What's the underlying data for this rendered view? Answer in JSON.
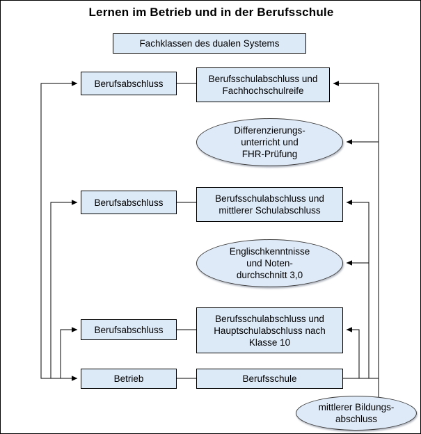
{
  "diagram": {
    "title": "Lernen im Betrieb und in der Berufsschule",
    "type": "flow-diagram",
    "colors": {
      "node_fill": "#dce9f7",
      "ellipse_fill": "#dfeaf8",
      "stroke": "#000000",
      "background": "#ffffff",
      "text": "#000000"
    },
    "nodes": [
      {
        "id": "fachklassen",
        "shape": "rect",
        "label": "Fachklassen des dualen Systems"
      },
      {
        "id": "berufsabschluss-1",
        "shape": "rect",
        "label": "Berufsabschluss"
      },
      {
        "id": "bs-fachhochschulreife",
        "shape": "rect",
        "label": "Berufsschulabschluss und\nFachhochschulreife"
      },
      {
        "id": "differenzierungsunterricht",
        "shape": "ellipse",
        "label": "Differenzierungs-\nunterricht und\nFHR-Prüfung"
      },
      {
        "id": "berufsabschluss-2",
        "shape": "rect",
        "label": "Berufsabschluss"
      },
      {
        "id": "bs-mittlerer-schulabschluss",
        "shape": "rect",
        "label": "Berufsschulabschluss und\nmittlerer Schulabschluss"
      },
      {
        "id": "englischkenntnisse",
        "shape": "ellipse",
        "label": "Englischkenntnisse\nund Noten-\ndurchschnitt 3,0"
      },
      {
        "id": "berufsabschluss-3",
        "shape": "rect",
        "label": "Berufsabschluss"
      },
      {
        "id": "bs-hauptschulabschluss",
        "shape": "rect",
        "label": "Berufsschulabschluss und\nHauptschulabschluss nach\nKlasse 10"
      },
      {
        "id": "betrieb",
        "shape": "rect",
        "label": "Betrieb"
      },
      {
        "id": "berufsschule",
        "shape": "rect",
        "label": "Berufsschule"
      },
      {
        "id": "mittlerer-bildungsabschluss",
        "shape": "ellipse",
        "label": "mittlerer Bildungs-\nabschluss"
      }
    ]
  }
}
